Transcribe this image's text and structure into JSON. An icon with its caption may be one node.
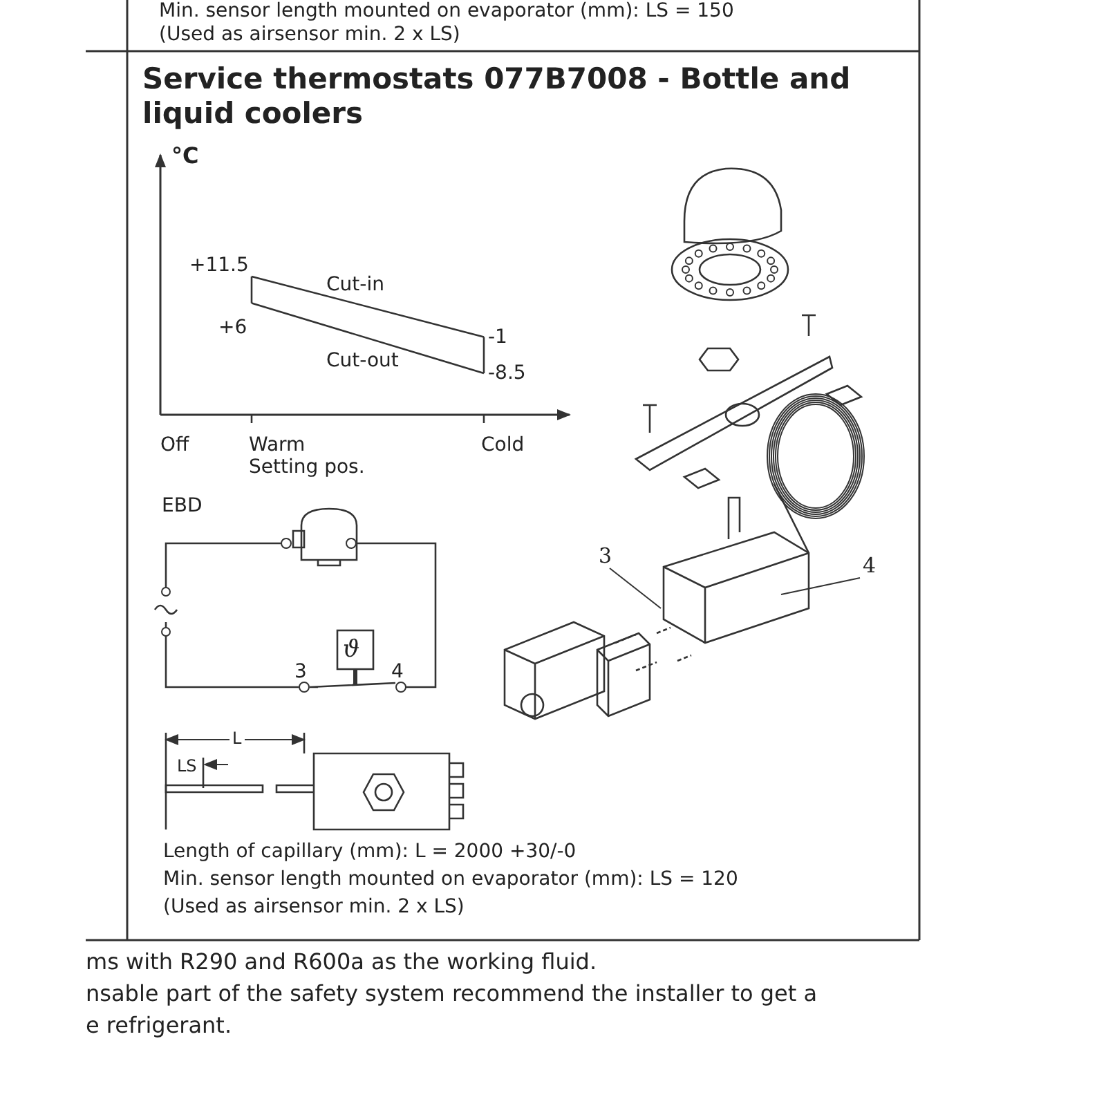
{
  "diagram": {
    "title": "Service thermostats 077B7008 - Bottle and liquid coolers",
    "nodes": [
      {
        "text": [
          "3"
        ]
      },
      {
        "text": [
          "4"
        ]
      }
    ],
    "edges": [
      {
        "from": 0,
        "to": null,
        "arrow": "none"
      },
      {
        "from": 1,
        "to": null,
        "arrow": "none"
      }
    ],
    "labels": [
      "Min. sensor length mounted on evaporator (mm): LS = 150",
      "(Used as airsensor min. 2 x LS)",
      "EBD",
      "3",
      "4",
      "ϑ",
      "L",
      "LS",
      "Length of capillary (mm): L = 2000 +30/-0",
      "Min. sensor length mounted on evaporator (mm): LS = 120",
      "(Used as airsensor min. 2 x LS)",
      "ms with R290 and R600a as the working fluid.",
      "nsable part of the safety system recommend the installer to get a",
      "e refrigerant."
    ],
    "chart_data": {
      "type": "line",
      "ylabel": "°C",
      "xlabel": "Setting pos.",
      "categories": [
        "Warm",
        "Cold"
      ],
      "series": [
        {
          "name": "Cut-in",
          "values": [
            11.5,
            -1
          ],
          "value_labels": [
            "+11.5",
            "-1"
          ]
        },
        {
          "name": "Cut-out",
          "values": [
            6,
            -8.5
          ],
          "value_labels": [
            "+6",
            "-8.5"
          ]
        }
      ],
      "annotations": [
        "Off"
      ]
    }
  }
}
